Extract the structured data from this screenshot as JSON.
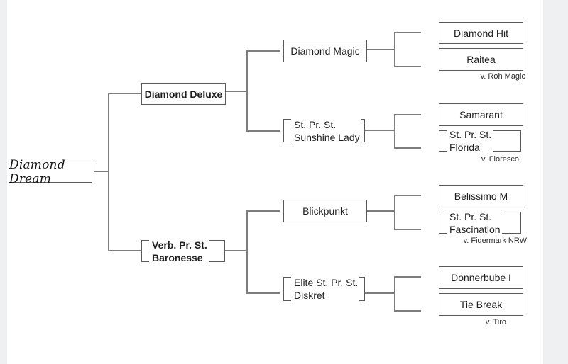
{
  "diagram_type": "pedigree-tree",
  "nodes": {
    "diamond_dream": {
      "label": "Diamond Dream"
    },
    "diamond_deluxe": {
      "label": "Diamond Deluxe"
    },
    "baronesse": {
      "line1": "Verb. Pr. St.",
      "line2": "Baronesse"
    },
    "diamond_magic": {
      "label": "Diamond Magic"
    },
    "sunshine_lady": {
      "line1": "St. Pr. St.",
      "line2": "Sunshine Lady"
    },
    "blickpunkt": {
      "label": "Blickpunkt"
    },
    "diskret": {
      "line1": "Elite St. Pr. St.",
      "line2": "Diskret"
    },
    "diamond_hit": {
      "label": "Diamond Hit"
    },
    "raitea": {
      "label": "Raitea",
      "note": "v. Roh Magic"
    },
    "samarant": {
      "label": "Samarant"
    },
    "florida": {
      "line1": "St. Pr. St.",
      "line2": "Florida",
      "note": "v. Floresco"
    },
    "belissimo_m": {
      "label": "Belissimo M"
    },
    "fascination": {
      "line1": "St. Pr. St.",
      "line2": "Fascination",
      "note": "v. Fidermark NRW"
    },
    "donnerbube_i": {
      "label": "Donnerbube I"
    },
    "tie_break": {
      "label": "Tie Break",
      "note": "v. Tiro"
    }
  },
  "colors": {
    "background": "#ffffff",
    "page_margin": "#eef0f2",
    "box_border": "#5a5a5a",
    "connector": "#7d7d7d",
    "text": "#1f1f1f",
    "note_text": "#2b2b2b"
  }
}
